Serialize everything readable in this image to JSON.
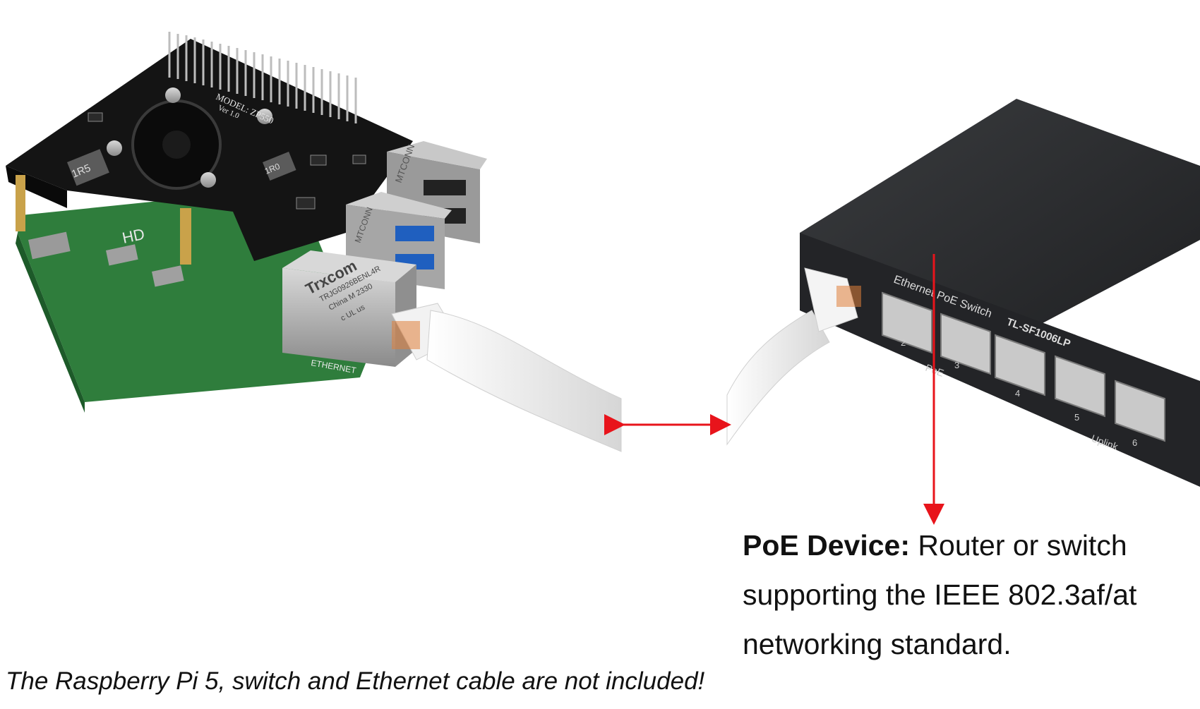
{
  "pi_board": {
    "model_label": "MODEL: ZP550",
    "version_label": "Ver 1.0",
    "inductor_label": "1R5",
    "inductor_label_2": "1R0",
    "usb_brand": "MTCONN",
    "usb_brand_2": "MTCONN",
    "rj45_brand": "Trxcom",
    "rj45_model": "TRJG0926BENL4R",
    "rj45_origin": "China M 2330",
    "rj45_cert": "c UL us",
    "ethernet_silk": "ETHERNET",
    "hdmi_silk": "HD"
  },
  "switch": {
    "title_label": "Ethernet PoE Switch",
    "model_label": "TL-SF1006LP",
    "poe_group_label": "PoE",
    "uplink_group_label": "Uplink",
    "port_numbers": [
      "2",
      "3",
      "4",
      "5",
      "6"
    ]
  },
  "poe_device": {
    "label_bold": "PoE Device:",
    "lines": [
      "Router or switch",
      "supporting the IEEE 802.3af/at",
      "networking standard."
    ]
  },
  "footnote": "The Raspberry Pi 5, switch and Ethernet cable are not included!",
  "colors": {
    "arrow": "#e8141b",
    "pcb_black": "#141414",
    "switch_body": "#2b2d30",
    "cable": "#f3f3f3",
    "pcb_green": "#2f7d3c"
  }
}
